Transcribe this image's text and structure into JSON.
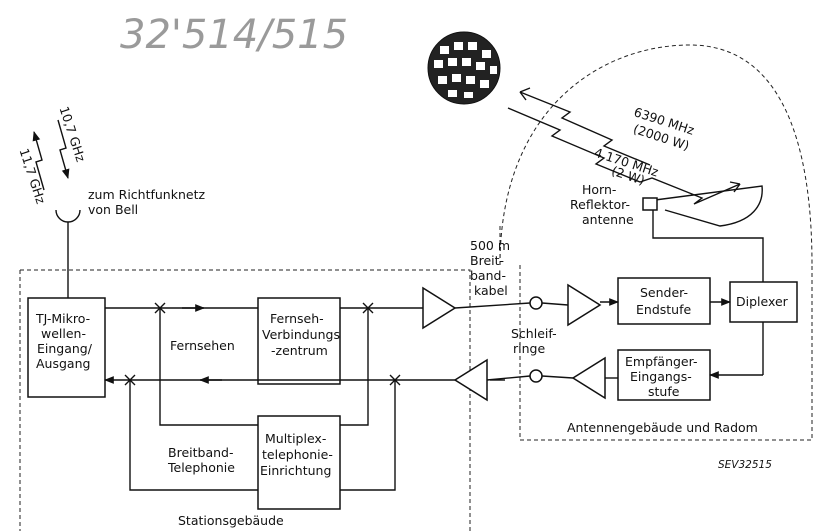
{
  "handwritten_note": "32'514/515",
  "frequencies": {
    "up_freq": "6390 MHz",
    "up_power": "(2000 W)",
    "down_freq": "4 170 MHz",
    "down_power": "(2 W)",
    "left_a": "10,7 GHz",
    "left_b": "11,7 GHz"
  },
  "antenna_label": [
    "zum Richtfunknetz",
    "von Bell"
  ],
  "horn_label": [
    "Horn-",
    "Reflektor-",
    "antenne"
  ],
  "cable_label": [
    "500 m",
    "Breit-",
    "band-",
    "kabel"
  ],
  "slip_rings_label": [
    "Schleif-",
    "ringe"
  ],
  "boxes": {
    "tj": [
      "TJ-Mikro-",
      "wellen-",
      "Eingang/",
      "Ausgang"
    ],
    "tv_center": [
      "Fernseh-",
      "Verbindungs",
      "-zentrum"
    ],
    "multiplex": [
      "Multiplex-",
      "telephonie-",
      "Einrichtung"
    ],
    "transmitter": [
      "Sender-",
      "Endstufe"
    ],
    "diplexer": "Diplexer",
    "receiver": [
      "Empfänger-",
      "Eingangs-",
      "stufe"
    ]
  },
  "labels": {
    "fernsehen": "Fernsehen",
    "breitband": [
      "Breitband-",
      "Telephonie"
    ],
    "station_building": "Stationsgebäude",
    "antenna_building": "Antennengebäude und Radom",
    "figure_ref": "SEV32515"
  }
}
